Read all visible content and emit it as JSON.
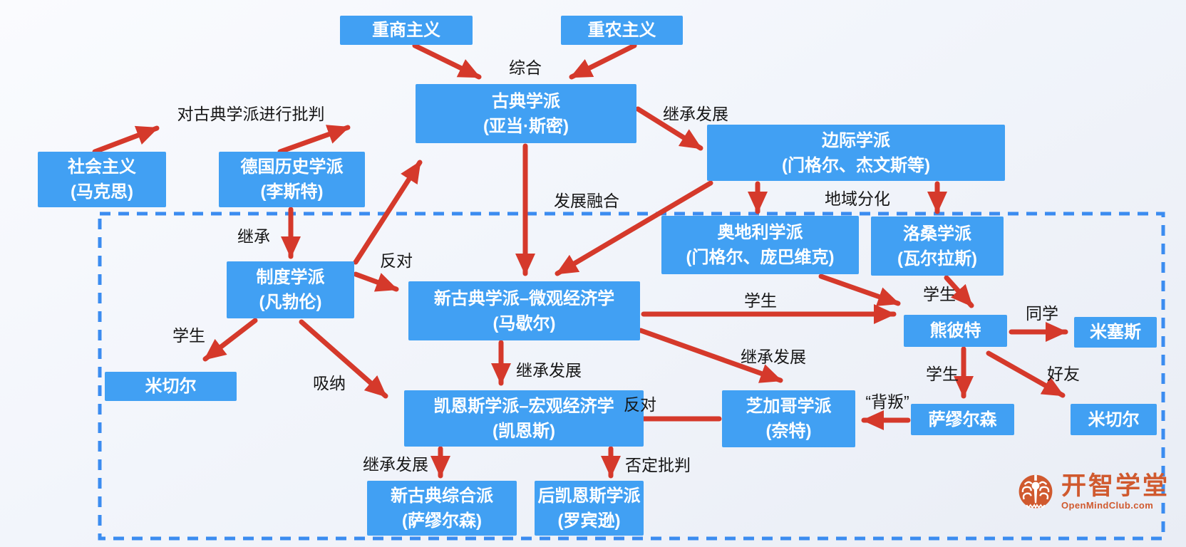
{
  "diagram": {
    "colors": {
      "node_fill": "#41a0f3",
      "node_text": "#ffffff",
      "arrow": "#d5392b",
      "dashed_border": "#3b8cf0",
      "label_text": "#161616",
      "logo": "#d0592e"
    },
    "nodes": [
      {
        "id": "mercantilism",
        "lines": [
          "重商主义"
        ]
      },
      {
        "id": "physiocracy",
        "lines": [
          "重农主义"
        ]
      },
      {
        "id": "classical",
        "lines": [
          "古典学派",
          "(亚当·斯密)"
        ]
      },
      {
        "id": "socialism",
        "lines": [
          "社会主义",
          "(马克思)"
        ]
      },
      {
        "id": "german-historical",
        "lines": [
          "德国历史学派",
          "(李斯特)"
        ]
      },
      {
        "id": "marginalist",
        "lines": [
          "边际学派",
          "(门格尔、杰文斯等)"
        ]
      },
      {
        "id": "institutional",
        "lines": [
          "制度学派",
          "(凡勃伦)"
        ]
      },
      {
        "id": "neoclassical-micro",
        "lines": [
          "新古典学派–微观经济学",
          "(马歇尔)"
        ]
      },
      {
        "id": "austrian",
        "lines": [
          "奥地利学派",
          "(门格尔、庞巴维克)"
        ]
      },
      {
        "id": "lausanne",
        "lines": [
          "洛桑学派",
          "(瓦尔拉斯)"
        ]
      },
      {
        "id": "schumpeter",
        "lines": [
          "熊彼特"
        ]
      },
      {
        "id": "mises",
        "lines": [
          "米塞斯"
        ]
      },
      {
        "id": "mitchell-left",
        "lines": [
          "米切尔"
        ]
      },
      {
        "id": "keynesian-macro",
        "lines": [
          "凯恩斯学派–宏观经济学",
          "(凯恩斯)"
        ]
      },
      {
        "id": "chicago",
        "lines": [
          "芝加哥学派",
          "(奈特)"
        ]
      },
      {
        "id": "samuelson",
        "lines": [
          "萨缪尔森"
        ]
      },
      {
        "id": "mitchell-right",
        "lines": [
          "米切尔"
        ]
      },
      {
        "id": "neoclassical-synthesis",
        "lines": [
          "新古典综合派",
          "(萨缪尔森)"
        ]
      },
      {
        "id": "post-keynesian",
        "lines": [
          "后凯恩斯学派",
          "(罗宾逊)"
        ]
      }
    ],
    "edge_labels": [
      {
        "id": "synthesize",
        "text": "综合"
      },
      {
        "id": "criticize-classical",
        "text": "对古典学派进行批判"
      },
      {
        "id": "inherit-develop-marginalist",
        "text": "继承发展"
      },
      {
        "id": "develop-merge",
        "text": "发展融合"
      },
      {
        "id": "regional-split",
        "text": "地域分化"
      },
      {
        "id": "inherit",
        "text": "继承"
      },
      {
        "id": "oppose-neoclassical",
        "text": "反对"
      },
      {
        "id": "student-marshall-schumpeter",
        "text": "学生"
      },
      {
        "id": "student-lausanne-schumpeter",
        "text": "学生"
      },
      {
        "id": "classmate",
        "text": "同学"
      },
      {
        "id": "student-institutional-mitchell",
        "text": "学生"
      },
      {
        "id": "absorb",
        "text": "吸纳"
      },
      {
        "id": "inherit-develop-keynes",
        "text": "继承发展"
      },
      {
        "id": "inherit-develop-chicago",
        "text": "继承发展"
      },
      {
        "id": "student-schumpeter-samuelson",
        "text": "学生"
      },
      {
        "id": "friend",
        "text": "好友"
      },
      {
        "id": "betray",
        "text": "“背叛”"
      },
      {
        "id": "oppose-keynes",
        "text": "反对"
      },
      {
        "id": "inherit-develop-synthesis",
        "text": "继承发展"
      },
      {
        "id": "negate-criticize",
        "text": "否定批判"
      }
    ],
    "logo": {
      "name": "开智学堂",
      "domain": "OpenMindClub.com"
    }
  }
}
